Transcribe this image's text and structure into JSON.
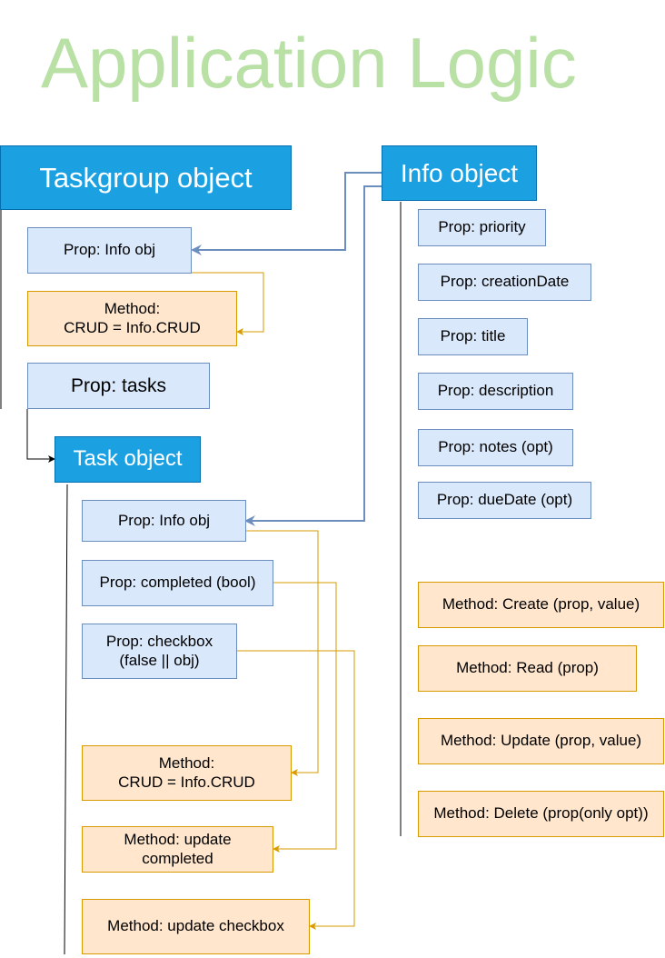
{
  "title": "Application Logic",
  "taskgroup": {
    "label": "Taskgroup object",
    "prop_info": "Prop: Info obj",
    "method_crud": "Method:\nCRUD = Info.CRUD",
    "prop_tasks": "Prop: tasks"
  },
  "task": {
    "label": "Task object",
    "prop_info": "Prop: Info obj",
    "prop_completed": "Prop: completed (bool)",
    "prop_checkbox": "Prop: checkbox\n(false || obj)",
    "method_crud": "Method:\nCRUD = Info.CRUD",
    "method_update_completed": "Method: update\ncompleted",
    "method_update_checkbox": "Method: update checkbox"
  },
  "info": {
    "label": "Info object",
    "props": [
      "Prop: priority",
      "Prop: creationDate",
      "Prop: title",
      "Prop: description",
      "Prop: notes (opt)",
      "Prop: dueDate (opt)"
    ],
    "methods": [
      "Method: Create (prop, value)",
      "Method: Read (prop)",
      "Method: Update (prop, value)",
      "Method: Delete (prop(only opt))"
    ]
  },
  "colors": {
    "title": "#b9e0a5",
    "object_fill": "#1ba1e2",
    "prop_fill": "#dae8fc",
    "prop_stroke": "#6c8ebf",
    "method_fill": "#ffe6cc",
    "method_stroke": "#d79b00"
  }
}
